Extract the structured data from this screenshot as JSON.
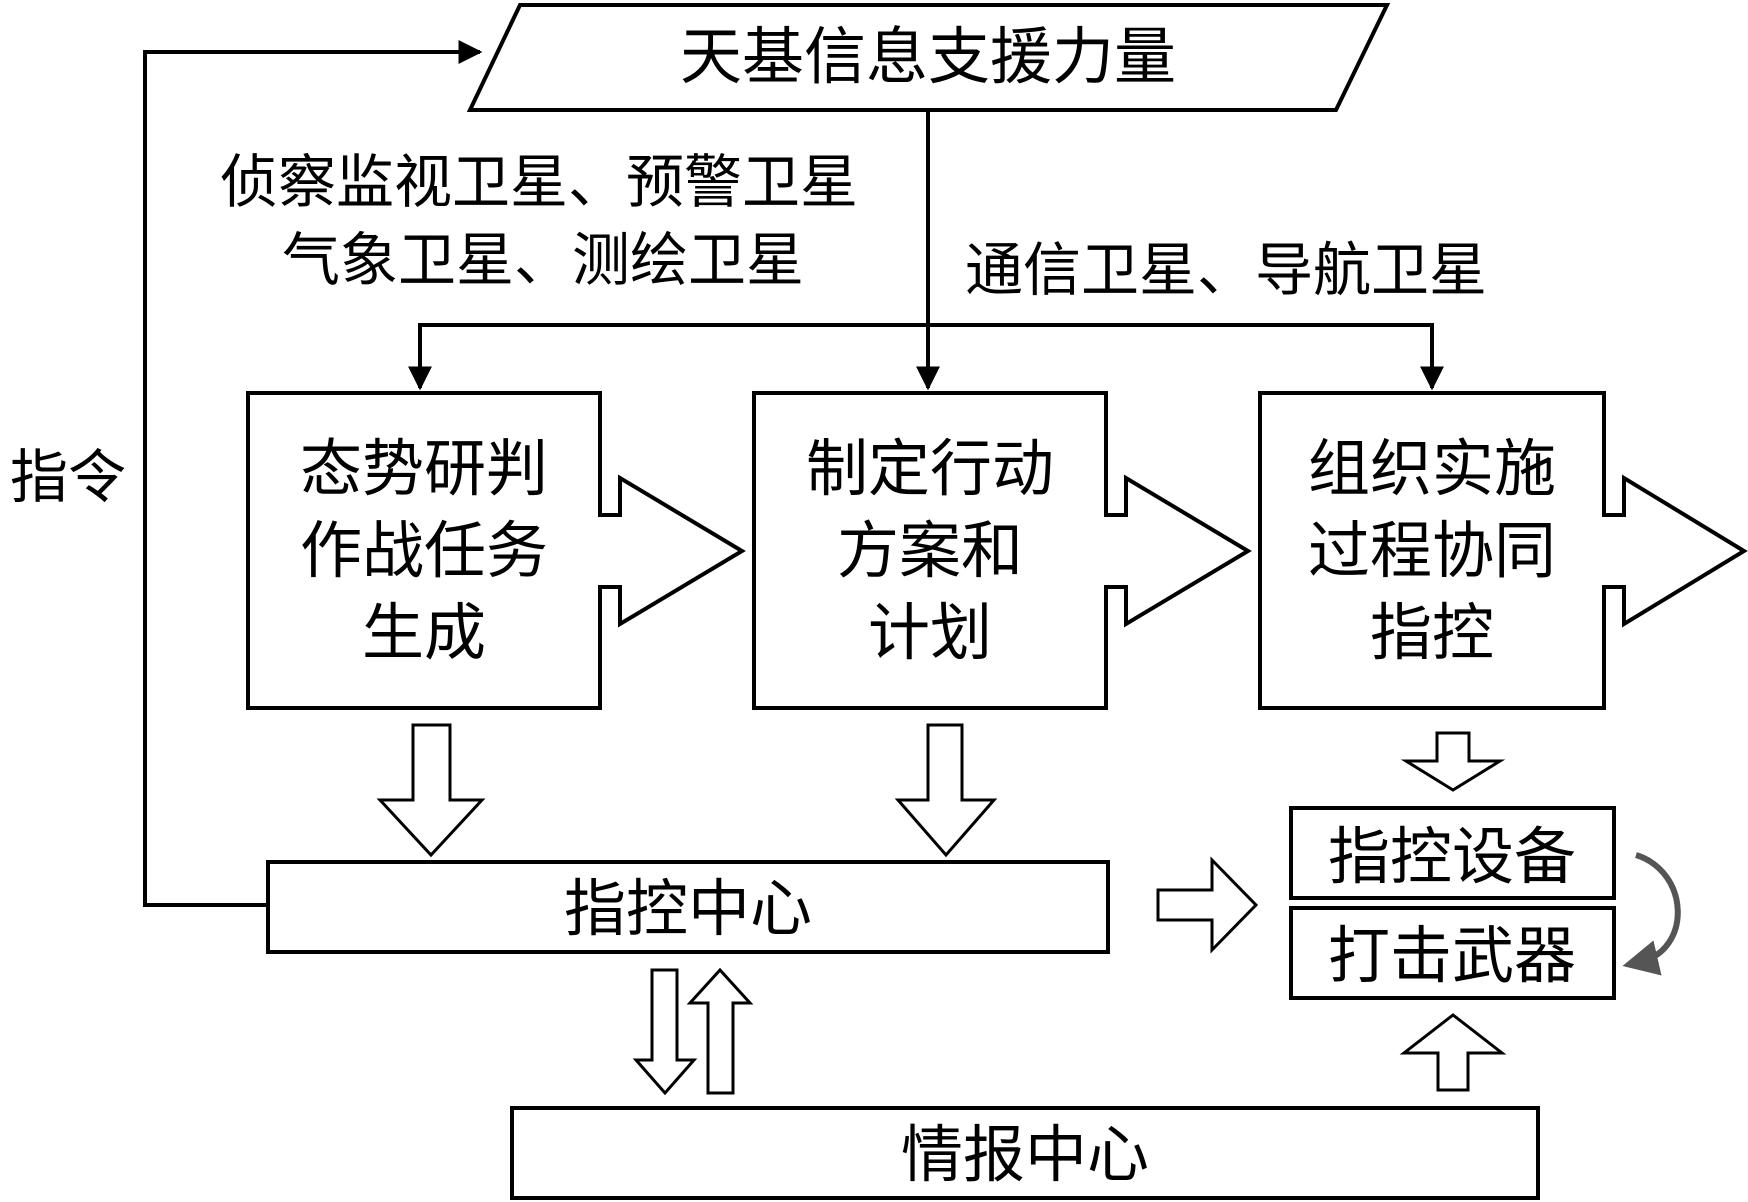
{
  "top_source": {
    "label": "天基信息支援力量"
  },
  "satellite_groups": {
    "recon_line1": "侦察监视卫星、预警卫星",
    "recon_line2": "气象卫星、测绘卫星",
    "comm_nav": "通信卫星、导航卫星"
  },
  "feedback_label": "指令",
  "process_boxes": [
    {
      "lines": [
        "态势研判",
        "作战任务",
        "生成"
      ]
    },
    {
      "lines": [
        "制定行动",
        "方案和",
        "计划"
      ]
    },
    {
      "lines": [
        "组织实施",
        "过程协同",
        "指控"
      ]
    }
  ],
  "command_center": {
    "label": "指控中心"
  },
  "intel_center": {
    "label": "情报中心"
  },
  "equipment": {
    "control_device": "指控设备",
    "strike_weapon": "打击武器"
  }
}
